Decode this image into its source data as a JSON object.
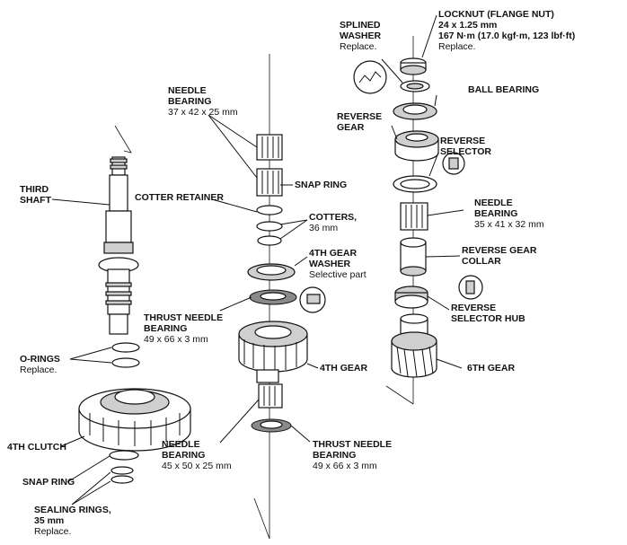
{
  "labels": {
    "third_shaft": [
      "THIRD",
      "SHAFT"
    ],
    "o_rings": {
      "title": "O-RINGS",
      "note": "Replace."
    },
    "fourth_clutch": "4TH CLUTCH",
    "snap_ring_left": "SNAP RING",
    "sealing_rings": {
      "title": [
        "SEALING RINGS,",
        "35 mm"
      ],
      "note": "Replace."
    },
    "needle_bearing_top": {
      "title": "NEEDLE",
      "title2": "BEARING",
      "size": "37 x 42 x 25 mm"
    },
    "cotter_retainer": "COTTER RETAINER",
    "snap_ring_mid": "SNAP RING",
    "cotters": {
      "title": "COTTERS,",
      "size": "36 mm"
    },
    "fourth_gear_washer": {
      "title": [
        "4TH GEAR",
        "WASHER"
      ],
      "note": "Selective part"
    },
    "thrust_needle_top": {
      "title": [
        "THRUST NEEDLE",
        "BEARING"
      ],
      "size": "49 x 66 x 3 mm"
    },
    "fourth_gear": "4TH GEAR",
    "needle_bearing_bottom": {
      "title": [
        "NEEDLE",
        "BEARING"
      ],
      "size": "45 x 50 x 25 mm"
    },
    "thrust_needle_bottom": {
      "title": [
        "THRUST NEEDLE",
        "BEARING"
      ],
      "size": "49 x 66 x 3 mm"
    },
    "splined_washer": {
      "title": [
        "SPLINED",
        "WASHER"
      ],
      "note": "Replace."
    },
    "locknut": {
      "title": [
        "LOCKNUT (FLANGE NUT)",
        "24 x 1.25 mm",
        "167 N·m (17.0 kgf·m, 123 lbf·ft)"
      ],
      "note": "Replace."
    },
    "ball_bearing": "BALL BEARING",
    "reverse_gear": [
      "REVERSE",
      "GEAR"
    ],
    "reverse_selector": [
      "REVERSE",
      "SELECTOR"
    ],
    "needle_bearing_right": {
      "title": [
        "NEEDLE",
        "BEARING"
      ],
      "size": "35 x 41 x 32 mm"
    },
    "reverse_gear_collar": [
      "REVERSE GEAR",
      "COLLAR"
    ],
    "reverse_selector_hub": [
      "REVERSE",
      "SELECTOR HUB"
    ],
    "sixth_gear": "6TH GEAR"
  }
}
